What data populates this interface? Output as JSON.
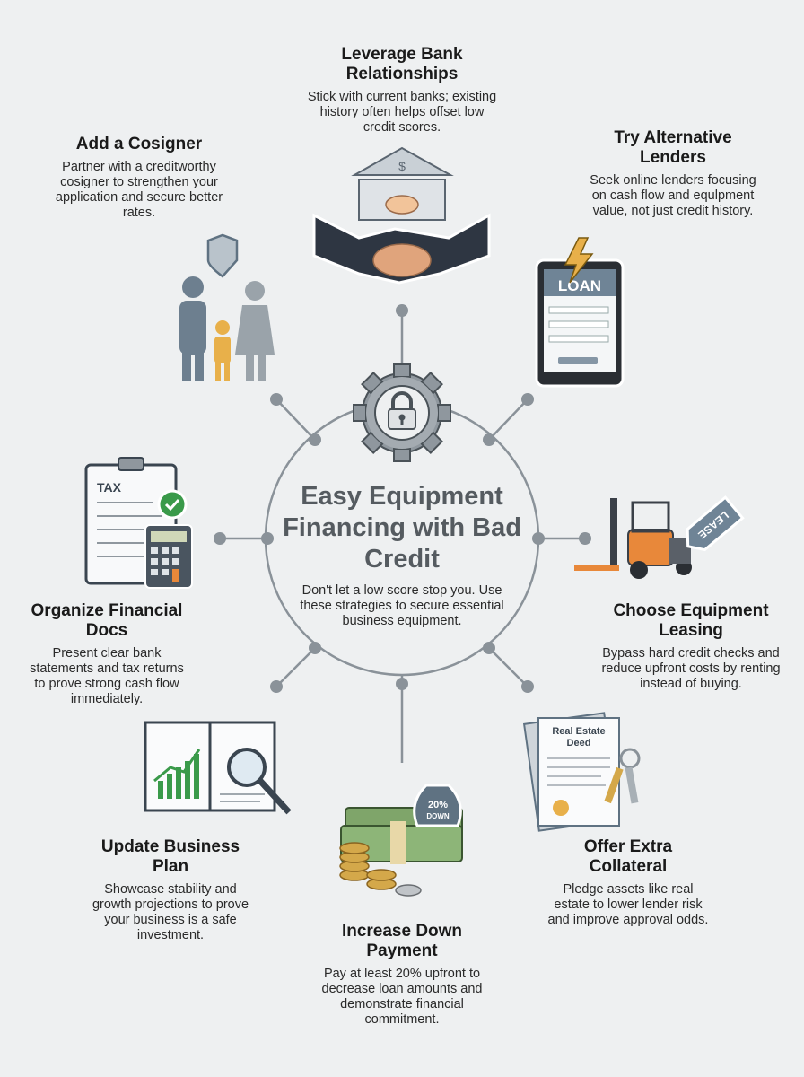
{
  "center": {
    "title": "Easy Equipment Financing with Bad Credit",
    "subtitle": "Don't let a low score stop you. Use these strategies to secure essential business equipment."
  },
  "strategies": [
    {
      "title": "Leverage Bank Relationships",
      "text": "Stick with current banks; existing history often helps offset low credit scores.",
      "icon": "bank-handshake-icon"
    },
    {
      "title": "Try Alternative Lenders",
      "text": "Seek online lenders focusing on cash flow and equlpment value, not just credit history.",
      "icon": "tablet-loan-icon",
      "icon_label": "LOAN"
    },
    {
      "title": "Choose Equipment Leasing",
      "text": "Bypass hard credit checks and reduce upfront costs by renting instead of buying.",
      "icon": "forklift-lease-icon",
      "icon_label": "LEASE"
    },
    {
      "title": "Offer Extra Collateral",
      "text": "Pledge assets like real estate to lower lender risk and improve approval odds.",
      "icon": "deed-keys-icon",
      "icon_label": "Real Estate Deed"
    },
    {
      "title": "Increase Down Payment",
      "text": "Pay at least 20% upfront to decrease loan amounts and demonstrate financial commitment.",
      "icon": "money-bag-icon",
      "icon_label": "20% DOWN"
    },
    {
      "title": "Update Business Plan",
      "text": "Showcase stability and growth projections to prove your business is a safe investment.",
      "icon": "plan-magnifier-icon"
    },
    {
      "title": "Organize Financial Docs",
      "text": "Present clear bank statements and tax returns to prove strong cash flow immediately.",
      "icon": "tax-clipboard-icon",
      "icon_label": "TAX"
    },
    {
      "title": "Add a Cosigner",
      "text": "Partner with a creditworthy cosigner to strengthen your application and secure better rates.",
      "icon": "family-shield-icon"
    }
  ],
  "colors": {
    "background": "#eef0f1",
    "connector": "#8a9299",
    "accent_orange": "#e8883a",
    "accent_yellow": "#e8b04a",
    "icon_slate": "#5f7282",
    "check_green": "#3a9a4a"
  }
}
